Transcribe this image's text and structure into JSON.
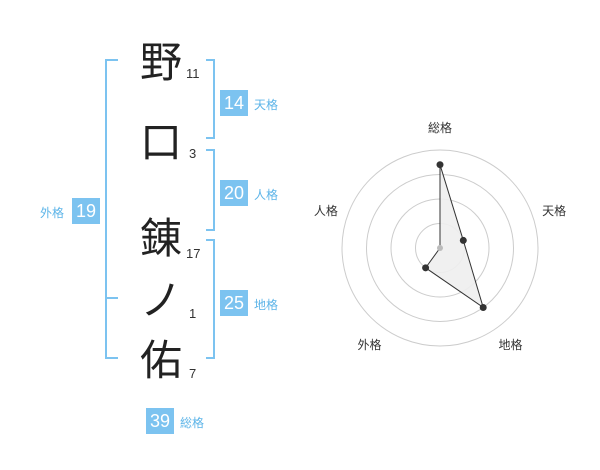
{
  "name": {
    "chars": [
      {
        "char": "野",
        "strokes": "11"
      },
      {
        "char": "口",
        "strokes": "3"
      },
      {
        "char": "錬",
        "strokes": "17"
      },
      {
        "char": "ノ",
        "strokes": "1"
      },
      {
        "char": "佑",
        "strokes": "7"
      }
    ]
  },
  "fortune": {
    "tenkaku": {
      "value": "14",
      "label": "天格"
    },
    "jinkaku": {
      "value": "20",
      "label": "人格"
    },
    "chikaku": {
      "value": "25",
      "label": "地格"
    },
    "gaikaku": {
      "value": "19",
      "label": "外格"
    },
    "soukaku": {
      "value": "39",
      "label": "総格"
    }
  },
  "radar": {
    "axes": [
      "総格",
      "天格",
      "地格",
      "外格",
      "人格"
    ],
    "values": [
      0.85,
      0.25,
      0.75,
      0.25,
      0.0
    ],
    "accent": "#7cc3f0",
    "ring_color": "#cccccc",
    "fill_color": "#eeeeee",
    "line_color": "#333333"
  }
}
